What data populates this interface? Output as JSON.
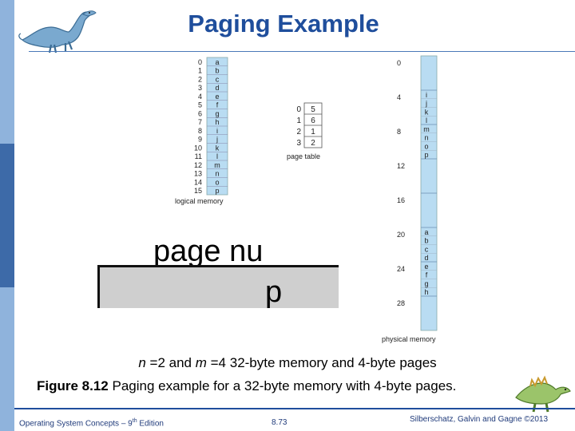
{
  "slide": {
    "title": "Paging Example"
  },
  "logical_memory": {
    "label": "logical memory",
    "rows": [
      {
        "index": "0",
        "letter": "a"
      },
      {
        "index": "1",
        "letter": "b"
      },
      {
        "index": "2",
        "letter": "c"
      },
      {
        "index": "3",
        "letter": "d"
      },
      {
        "index": "4",
        "letter": "e"
      },
      {
        "index": "5",
        "letter": "f"
      },
      {
        "index": "6",
        "letter": "g"
      },
      {
        "index": "7",
        "letter": "h"
      },
      {
        "index": "8",
        "letter": "i"
      },
      {
        "index": "9",
        "letter": "j"
      },
      {
        "index": "10",
        "letter": "k"
      },
      {
        "index": "11",
        "letter": "l"
      },
      {
        "index": "12",
        "letter": "m"
      },
      {
        "index": "13",
        "letter": "n"
      },
      {
        "index": "14",
        "letter": "o"
      },
      {
        "index": "15",
        "letter": "p"
      }
    ]
  },
  "page_table": {
    "label": "page table",
    "rows": [
      {
        "page": "0",
        "frame": "5"
      },
      {
        "page": "1",
        "frame": "6"
      },
      {
        "page": "2",
        "frame": "1"
      },
      {
        "page": "3",
        "frame": "2"
      }
    ]
  },
  "physical_memory": {
    "label": "physical memory",
    "addresses": [
      "0",
      "4",
      "8",
      "12",
      "16",
      "20",
      "24",
      "28"
    ],
    "frames": [
      [],
      [
        "i",
        "j",
        "k",
        "l"
      ],
      [
        "m",
        "n",
        "o",
        "p"
      ],
      [],
      [],
      [
        "a",
        "b",
        "c",
        "d"
      ],
      [
        "e",
        "f",
        "g",
        "h"
      ],
      []
    ]
  },
  "overlay": {
    "heading": "page nu",
    "cell": "p"
  },
  "captions": {
    "line1_n": "n",
    "line1_n_rest": " =2 and ",
    "line1_m": "m",
    "line1_m_rest": " =4   32-byte memory and 4-byte pages",
    "line2_bold": "Figure 8.12",
    "line2_rest": " Paging example for a 32-byte memory with 4-byte pages."
  },
  "footer": {
    "left_a": "Operating System Concepts – 9",
    "left_sup": "th",
    "left_b": " Edition",
    "middle": "8.73",
    "right": "Silberschatz, Galvin and Gagne ©2013"
  },
  "colors": {
    "title": "#1f4e9c",
    "memory_fill": "#b9dcf2",
    "left_bar_dark": "#3d6aa8",
    "left_bar_light": "#8fb3dc"
  }
}
